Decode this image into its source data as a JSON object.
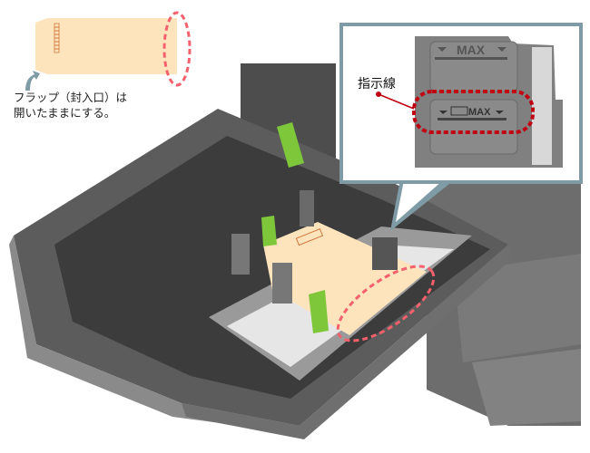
{
  "caption": {
    "line1": "フラップ（封入口）は",
    "line2": "開いたままにする。"
  },
  "callout": {
    "label": "指示線",
    "max_top": "MAX",
    "max_envelope": "MAX"
  },
  "colors": {
    "envelope": "#fde4bd",
    "highlight": "#f4606c",
    "callout_border": "#7f9ba6",
    "lever": "#7ec73a",
    "tray": "#5a5a5a",
    "marker_red": "#c00010"
  }
}
